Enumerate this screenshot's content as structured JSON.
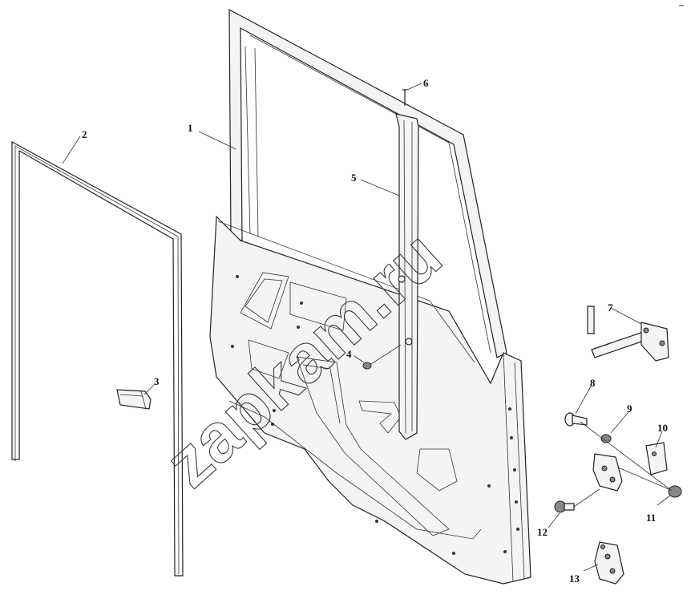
{
  "diagram": {
    "callouts": [
      {
        "id": "1",
        "part": "door frame"
      },
      {
        "id": "2",
        "part": "door seal"
      },
      {
        "id": "3",
        "part": "handle"
      },
      {
        "id": "4",
        "part": "screw"
      },
      {
        "id": "5",
        "part": "window guide rail"
      },
      {
        "id": "6",
        "part": "screw"
      },
      {
        "id": "7",
        "part": "door check strap"
      },
      {
        "id": "8",
        "part": "bolt"
      },
      {
        "id": "9",
        "part": "washer"
      },
      {
        "id": "10",
        "part": "hinge plate"
      },
      {
        "id": "11",
        "part": "bolt"
      },
      {
        "id": "12",
        "part": "bolt"
      },
      {
        "id": "13",
        "part": "hinge"
      }
    ],
    "watermark": "zapkam.ru",
    "corner_mark": "~"
  }
}
